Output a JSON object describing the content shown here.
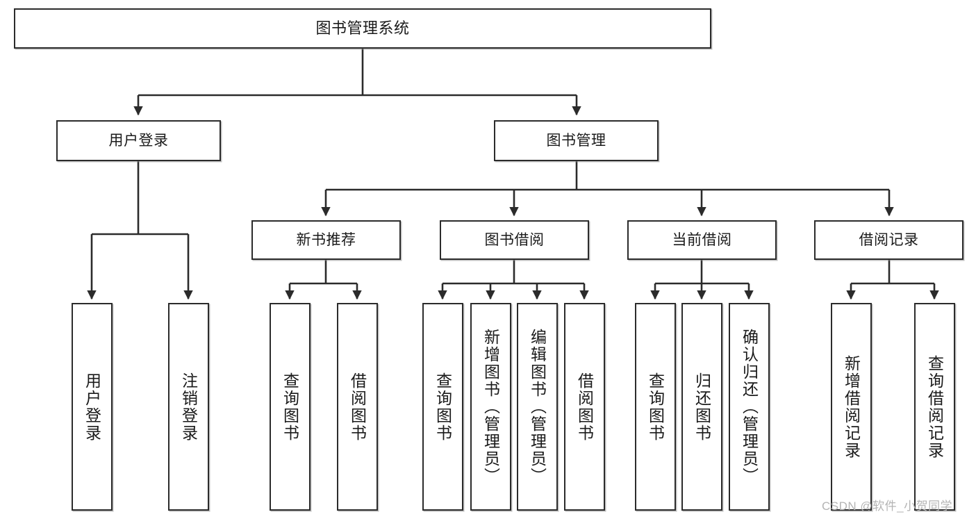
{
  "diagram": {
    "title": "图书管理系统",
    "type": "tree-hierarchy",
    "orientation": "top-down",
    "colors": {
      "node_border": "#2b2b2b",
      "node_fill": "#ffffff",
      "edge": "#2b2b2b",
      "text": "#1a1a1a",
      "watermark": "#b4b4b4",
      "background": "#ffffff"
    },
    "watermark": "CSDN @软件_小贺同学"
  },
  "nodes": {
    "root": {
      "label": "图书管理系统"
    },
    "level2": [
      {
        "label": "用户登录"
      },
      {
        "label": "图书管理"
      }
    ],
    "level3": [
      {
        "label": "新书推荐"
      },
      {
        "label": "图书借阅"
      },
      {
        "label": "当前借阅"
      },
      {
        "label": "借阅记录"
      }
    ],
    "leaves": {
      "user_login": [
        {
          "label": "用户登录"
        },
        {
          "label": "注销登录"
        }
      ],
      "new_book_recommend": [
        {
          "label": "查询图书"
        },
        {
          "label": "借阅图书"
        }
      ],
      "book_borrow": [
        {
          "label": "查询图书"
        },
        {
          "label": "新增图书（管理员）"
        },
        {
          "label": "编辑图书（管理员）"
        },
        {
          "label": "借阅图书"
        }
      ],
      "current_borrow": [
        {
          "label": "查询图书"
        },
        {
          "label": "归还图书"
        },
        {
          "label": "确认归还（管理员）"
        }
      ],
      "borrow_record": [
        {
          "label": "新增借阅记录"
        },
        {
          "label": "查询借阅记录"
        }
      ]
    }
  }
}
